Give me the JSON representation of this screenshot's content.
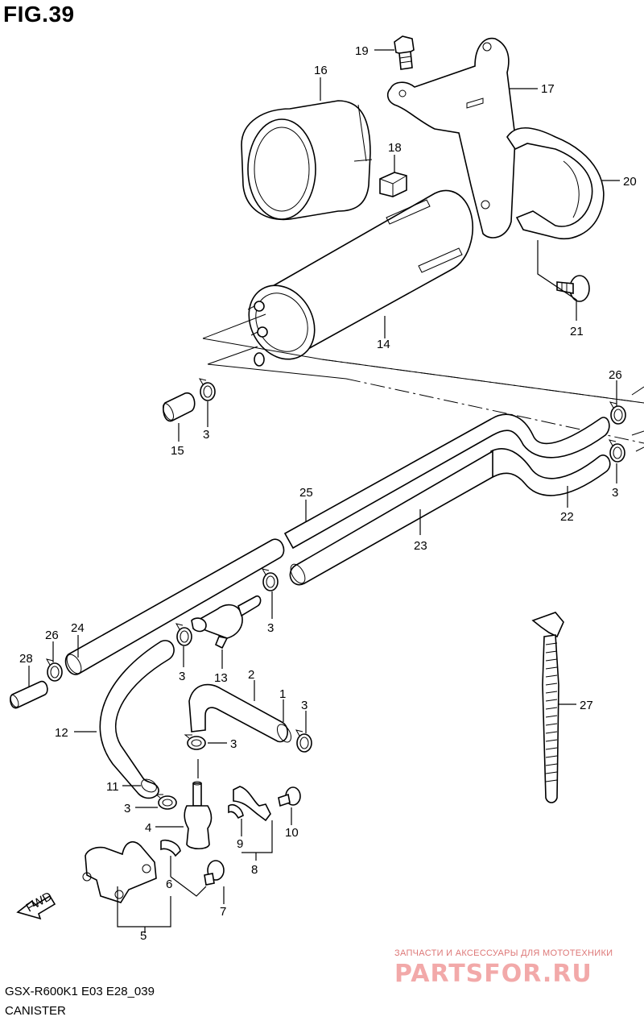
{
  "figure": {
    "title": "FIG.39",
    "code": "GSX-R600K1 E03 E28_039",
    "caption": "CANISTER"
  },
  "callouts": [
    "19",
    "16",
    "17",
    "18",
    "20",
    "14",
    "21",
    "26",
    "15",
    "3",
    "25",
    "22",
    "23",
    "24",
    "28",
    "13",
    "2",
    "1",
    "27",
    "12",
    "11",
    "4",
    "10",
    "9",
    "8",
    "6",
    "7",
    "5"
  ],
  "fwd_label": "FWD",
  "watermark": {
    "top": "ЗАПЧАСТИ И АКСЕССУАРЫ ДЛЯ МОТОТЕХНИКИ",
    "brand": "PARTSFOR.RU"
  }
}
